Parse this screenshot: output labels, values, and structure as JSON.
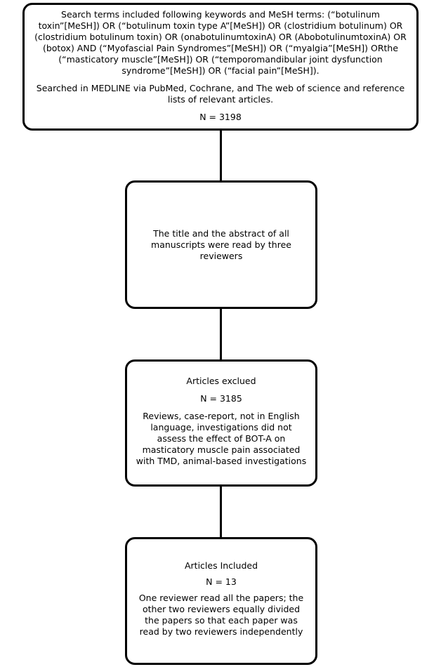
{
  "boxes": {
    "search": {
      "keywords": "Search terms included following keywords and MeSH terms: (“botulinum toxin”[MeSH]) OR (“botulinum toxin type A”[MeSH]) OR (clostridium botulinum) OR (clostridium botulinum toxin) OR (onabotulinumtoxinA) OR (AbobotulinumtoxinA) OR (botox) AND (“Myofascial Pain Syndromes”[MeSH]) OR (“myalgia”[MeSH]) ORthe (“masticatory muscle”[MeSH]) OR (“temporomandibular joint dysfunction syndrome”[MeSH]) OR (“facial pain”[MeSH]).",
      "databases": "Searched in MEDLINE via PubMed, Cochrane, and The web of science and reference lists of relevant articles.",
      "count": "N = 3198"
    },
    "screening": {
      "text": "The title and the abstract of all manuscripts were read by three reviewers"
    },
    "excluded": {
      "title": "Articles exclued",
      "count": "N = 3185",
      "reasons": "Reviews, case-report, not in English language, investigations did not assess the effect of BOT-A on masticatory muscle pain associated with TMD, animal-based investigations"
    },
    "included": {
      "title": "Articles Included",
      "count": "N = 13",
      "note": "One reviewer read all the papers; the other two reviewers equally divided the papers so that each paper was read by two reviewers independently"
    }
  }
}
